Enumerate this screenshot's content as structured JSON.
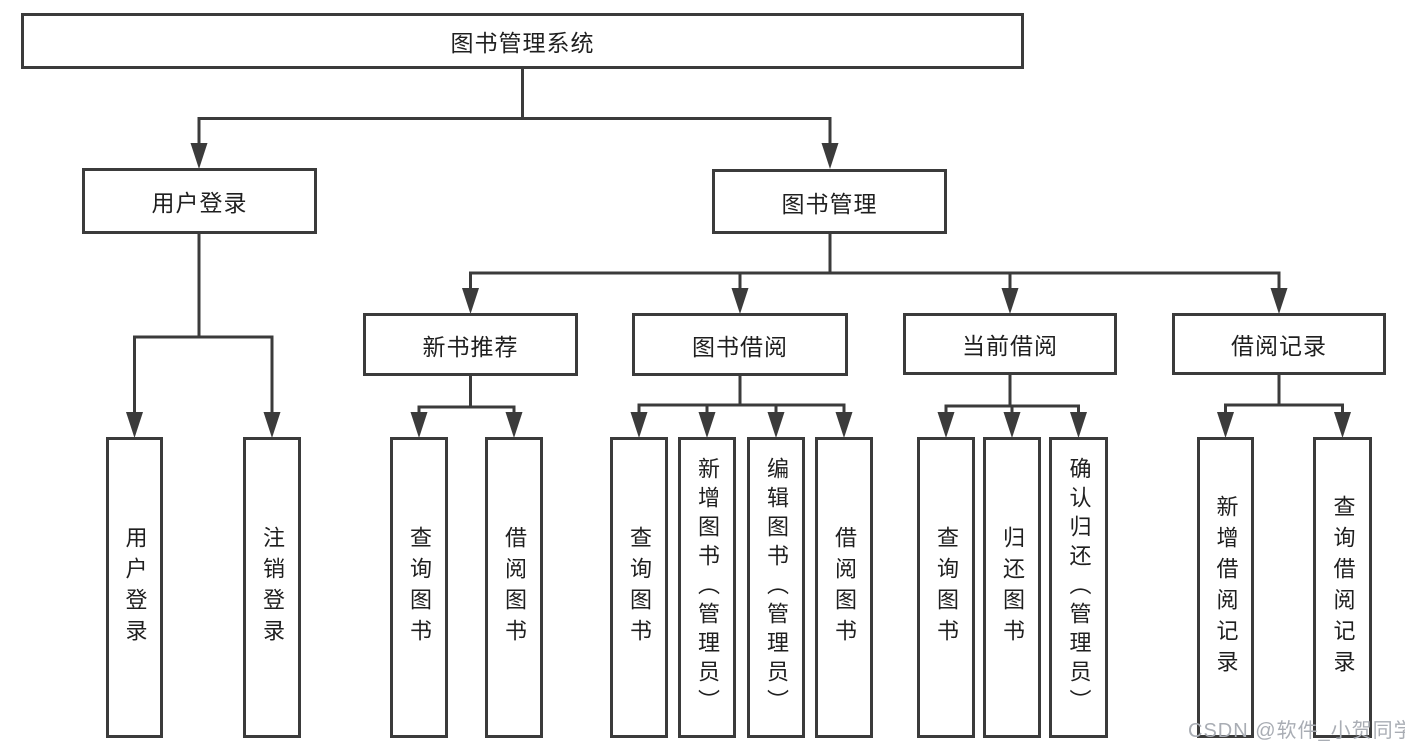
{
  "tree": {
    "root": {
      "label": "图书管理系统"
    },
    "branches": [
      {
        "label": "用户登录",
        "children": [
          {
            "label": "用户登录"
          },
          {
            "label": "注销登录"
          }
        ]
      },
      {
        "label": "图书管理",
        "children": [
          {
            "label": "新书推荐",
            "children": [
              {
                "label": "查询图书"
              },
              {
                "label": "借阅图书"
              }
            ]
          },
          {
            "label": "图书借阅",
            "children": [
              {
                "label": "查询图书"
              },
              {
                "label": "新增图书（管理员）"
              },
              {
                "label": "编辑图书（管理员）"
              },
              {
                "label": "借阅图书"
              }
            ]
          },
          {
            "label": "当前借阅",
            "children": [
              {
                "label": "查询图书"
              },
              {
                "label": "归还图书"
              },
              {
                "label": "确认归还（管理员）"
              }
            ]
          },
          {
            "label": "借阅记录",
            "children": [
              {
                "label": "新增借阅记录"
              },
              {
                "label": "查询借阅记录"
              }
            ]
          }
        ]
      }
    ]
  },
  "watermark": {
    "text": "CSDN @软件_小贺同学"
  },
  "colors": {
    "line": "#3b3b3b",
    "box_border": "#3b3b3b",
    "box_fill": "#ffffff",
    "text": "#1f1f1f",
    "watermark": "#a9adb4",
    "background": "#ffffff"
  }
}
